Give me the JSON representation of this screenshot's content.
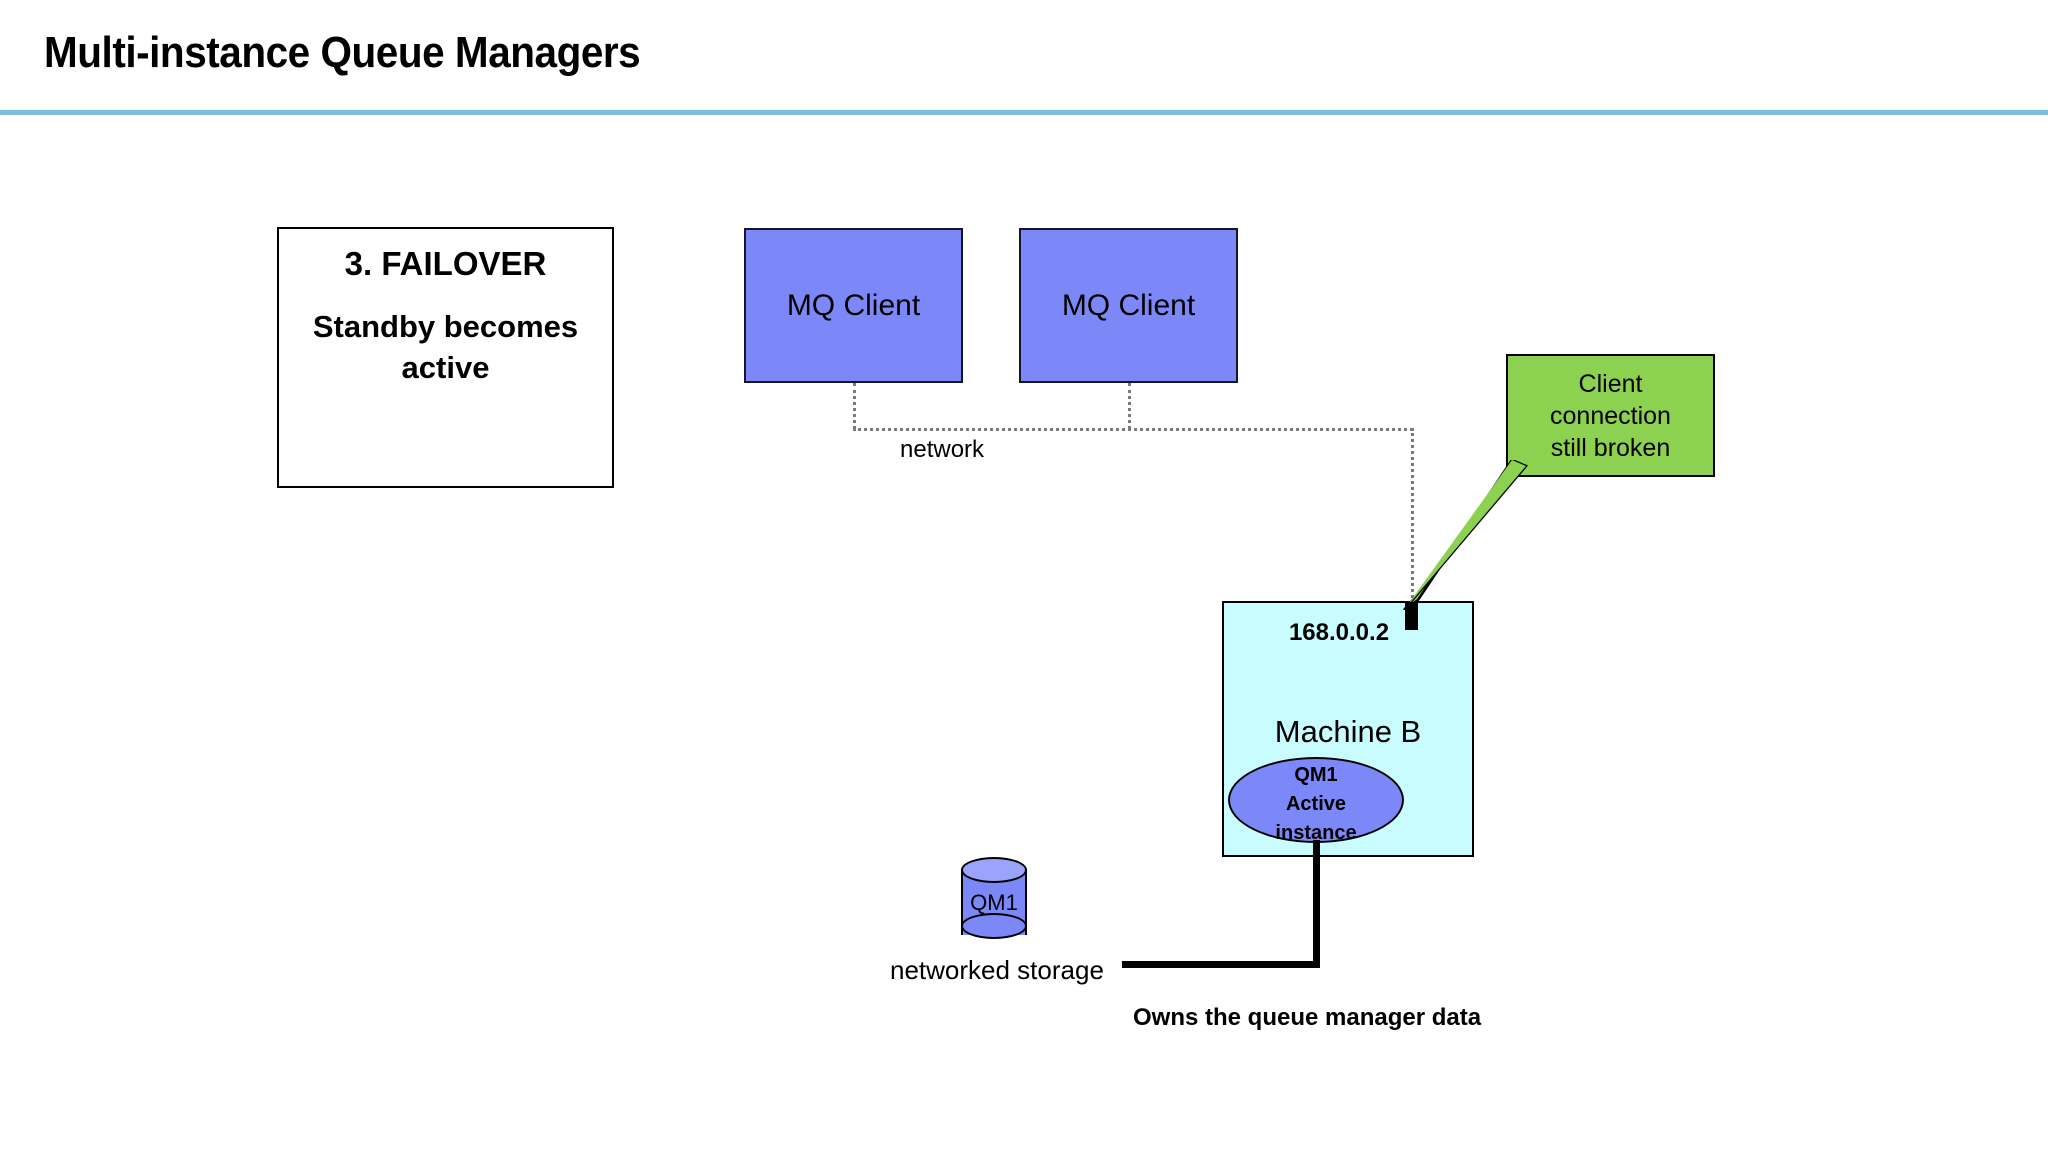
{
  "slide": {
    "title": "Multi-instance Queue Managers",
    "rule_color": "#7DBFDA"
  },
  "failover_panel": {
    "heading": "3. FAILOVER",
    "subtext": "Standby\nbecomes\nactive"
  },
  "clients": [
    {
      "label": "MQ\nClient",
      "fill": "#7C88F7"
    },
    {
      "label": "MQ\nClient",
      "fill": "#7C88F7"
    }
  ],
  "network": {
    "label": "network",
    "line_style": "dotted",
    "line_color": "#7B7B7B"
  },
  "callout": {
    "text": "Client\nconnection\nstill broken",
    "fill": "#8CD14F"
  },
  "machine": {
    "ip": "168.0.0.2",
    "name": "Machine B",
    "fill": "#C9FCFF",
    "queue_manager": {
      "text": "QM1\nActive\ninstance",
      "fill": "#7C88F7"
    }
  },
  "storage": {
    "disk_label": "QM1",
    "caption": "networked storage",
    "fill": "#7C88F7",
    "top_fill": "#9AA4FA"
  },
  "ownership": {
    "caption": "Owns the queue manager data"
  }
}
